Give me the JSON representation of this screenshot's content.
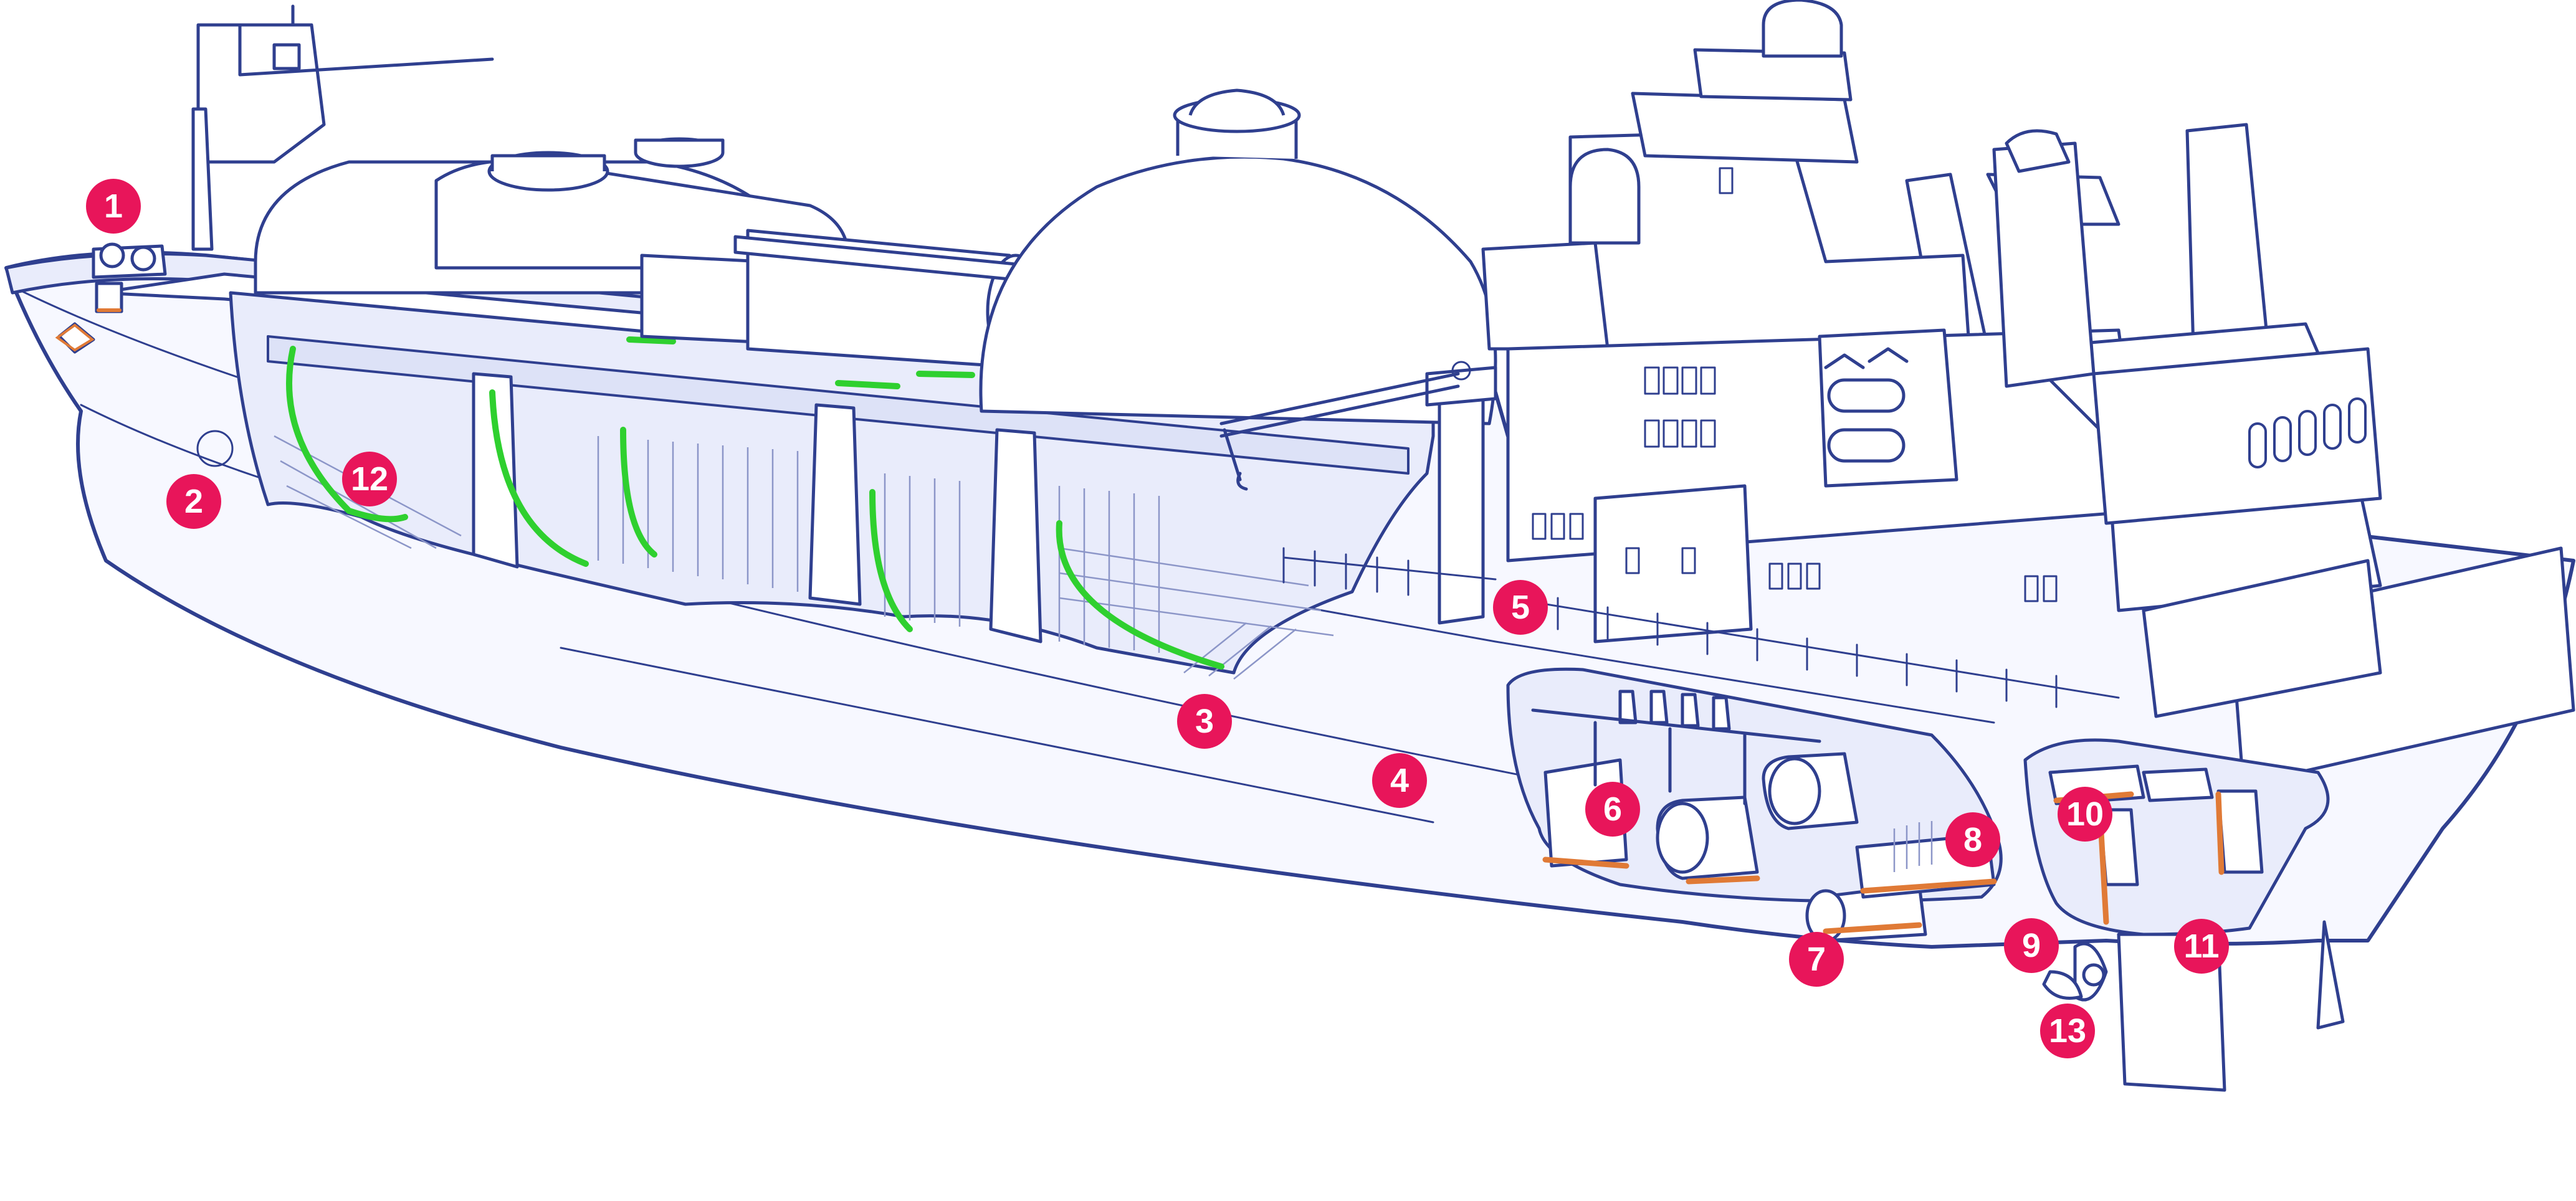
{
  "diagram": {
    "callouts": [
      {
        "id": "callout-1",
        "label": "1"
      },
      {
        "id": "callout-2",
        "label": "2"
      },
      {
        "id": "callout-3",
        "label": "3"
      },
      {
        "id": "callout-4",
        "label": "4"
      },
      {
        "id": "callout-5",
        "label": "5"
      },
      {
        "id": "callout-6",
        "label": "6"
      },
      {
        "id": "callout-7",
        "label": "7"
      },
      {
        "id": "callout-8",
        "label": "8"
      },
      {
        "id": "callout-9",
        "label": "9"
      },
      {
        "id": "callout-10",
        "label": "10"
      },
      {
        "id": "callout-11",
        "label": "11"
      },
      {
        "id": "callout-12",
        "label": "12"
      },
      {
        "id": "callout-13",
        "label": "13"
      }
    ],
    "colors": {
      "outline": "#2f3f8f",
      "hull_fill": "#f7f8ff",
      "callout": "#e8155a",
      "seal_highlight": "#2fd02f",
      "bearing_highlight": "#e07a36"
    }
  }
}
